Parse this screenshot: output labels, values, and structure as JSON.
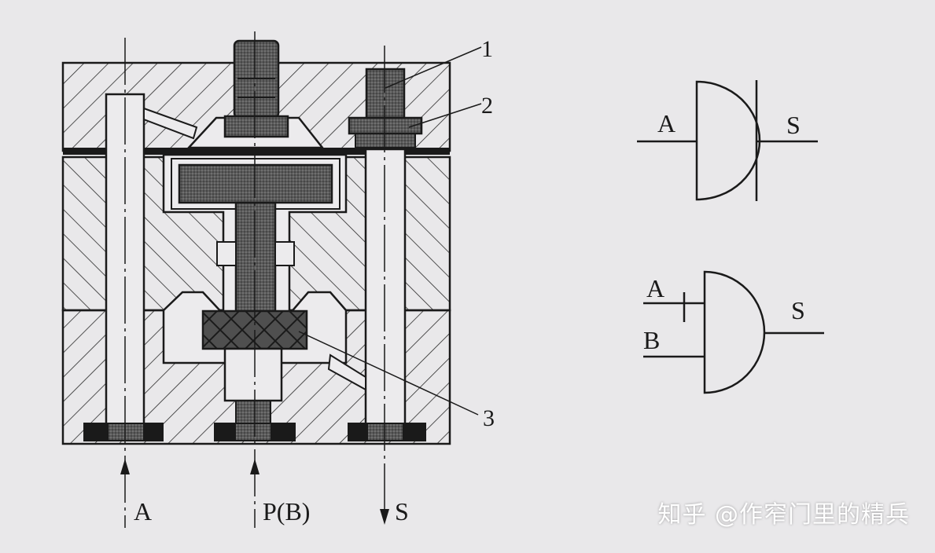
{
  "valve": {
    "callouts": {
      "c1": "1",
      "c2": "2",
      "c3": "3"
    },
    "ports": {
      "a": "A",
      "p": "P(B)",
      "s": "S"
    }
  },
  "symbol_top": {
    "in": "A",
    "out": "S"
  },
  "symbol_bottom": {
    "in_a": "A",
    "in_b": "B",
    "out": "S"
  },
  "watermark": "知乎 @作窄门里的精兵",
  "colors": {
    "ink": "#1a1a1a",
    "fill_dark": "#4a4a4a",
    "paper": "#e9e8ea"
  }
}
